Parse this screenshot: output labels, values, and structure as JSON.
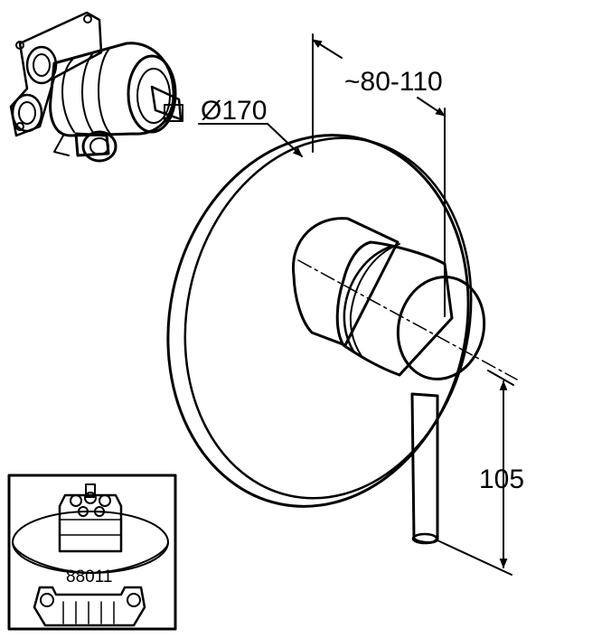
{
  "dimensions": {
    "diameter_label": "Ø170",
    "projection_label": "~80-110",
    "height_label": "105"
  },
  "inset": {
    "part_number": "88011"
  },
  "colors": {
    "line": "#000000",
    "background": "#ffffff",
    "rough_in_body": "#d9d9d9"
  }
}
